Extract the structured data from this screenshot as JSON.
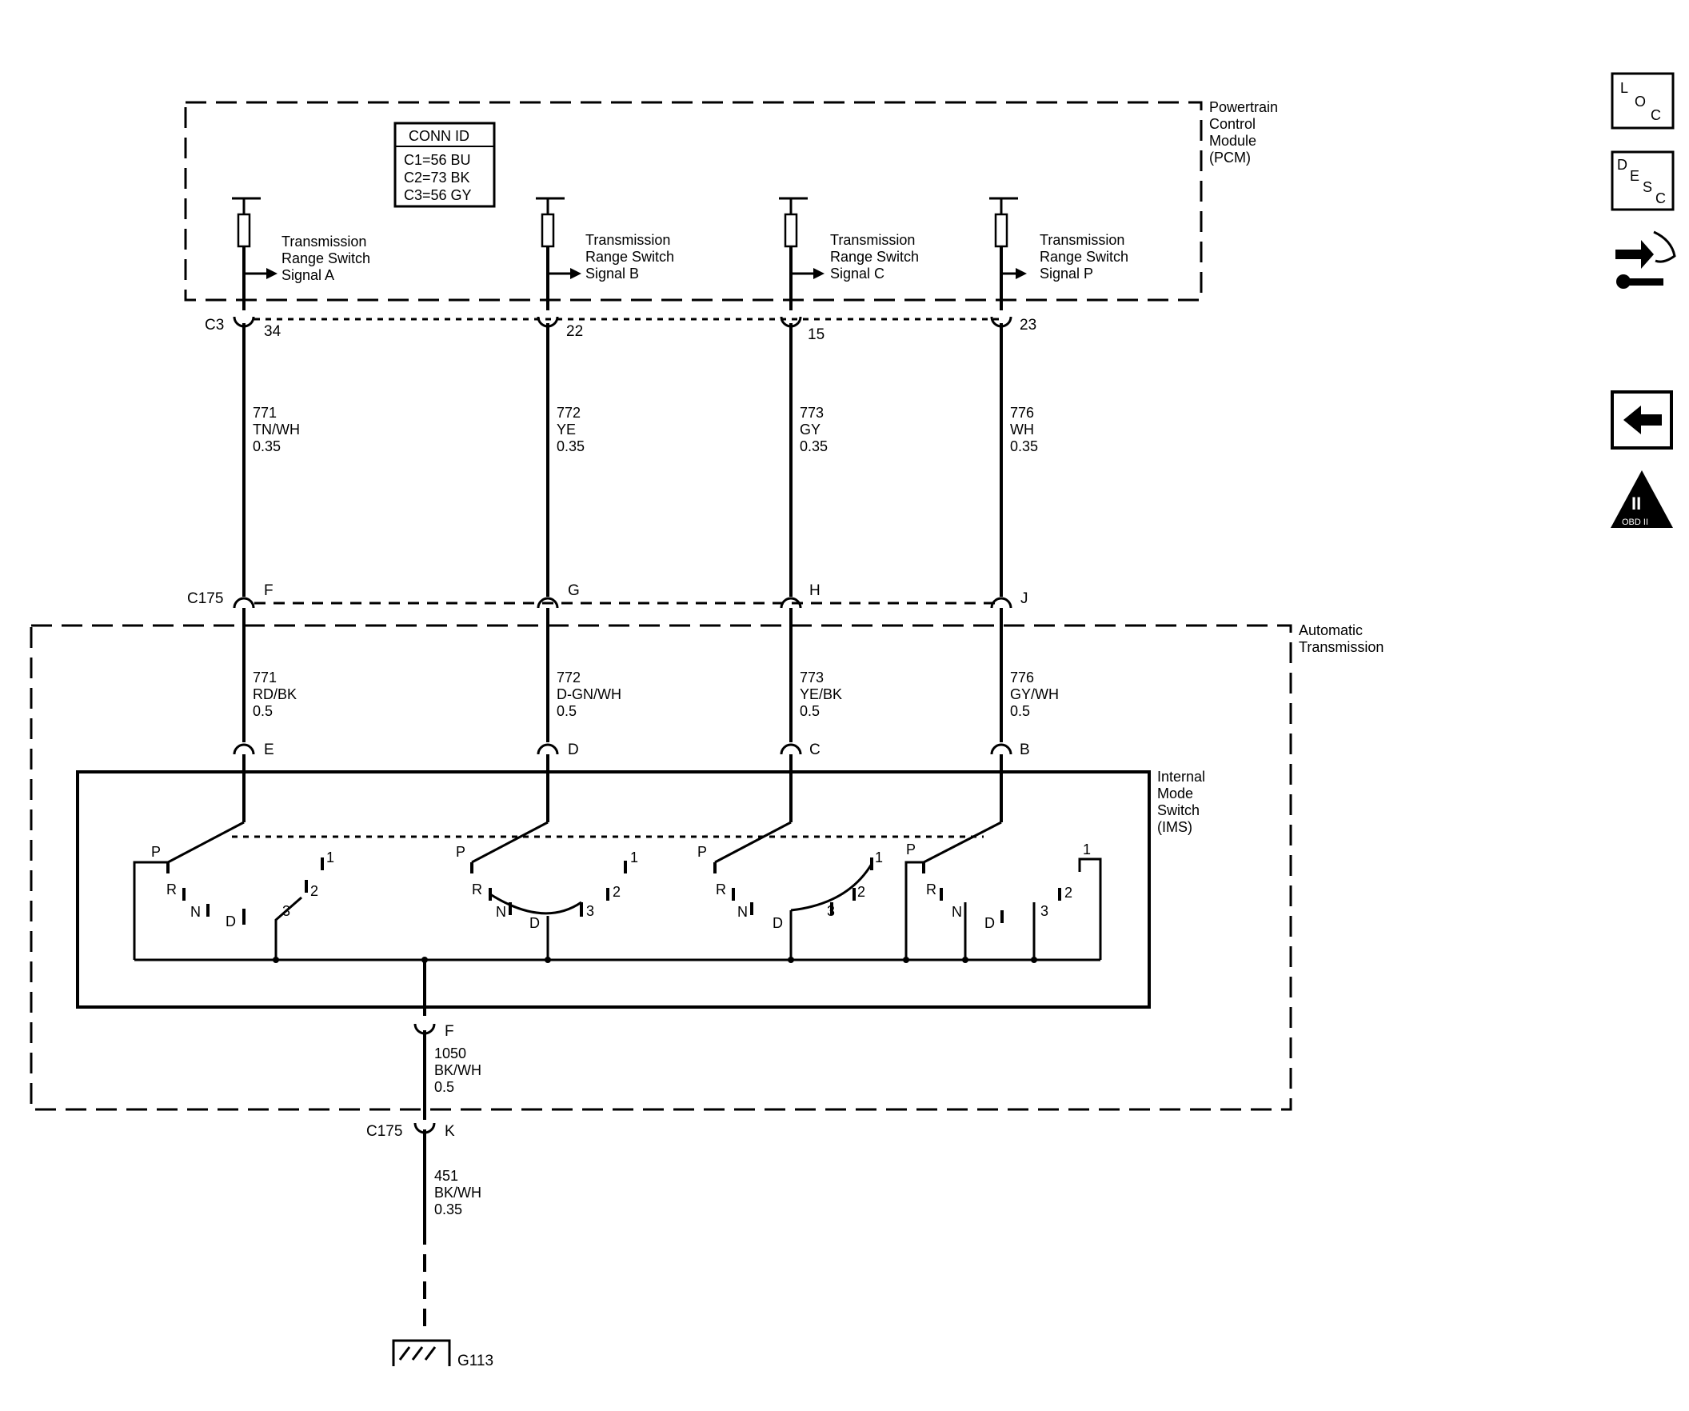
{
  "pcm": {
    "name": [
      "Powertrain",
      "Control",
      "Module",
      "(PCM)"
    ]
  },
  "conn_id": {
    "title": "CONN ID",
    "rows": [
      "C1=56 BU",
      "C2=73 BK",
      "C3=56 GY"
    ]
  },
  "trans": {
    "name": [
      "Automatic",
      "Transmission"
    ]
  },
  "ims": {
    "name": [
      "Internal",
      "Mode",
      "Switch",
      "(IMS)"
    ]
  },
  "circuits": [
    {
      "signal": [
        "Transmission",
        "Range Switch",
        "Signal A"
      ],
      "pcm_pin": "34",
      "upper_wire": [
        "771",
        "TN/WH",
        "0.35"
      ],
      "c175_pin": "F",
      "lower_wire": [
        "771",
        "RD/BK",
        "0.5"
      ],
      "ims_pin": "E"
    },
    {
      "signal": [
        "Transmission",
        "Range Switch",
        "Signal B"
      ],
      "pcm_pin": "22",
      "upper_wire": [
        "772",
        "YE",
        "0.35"
      ],
      "c175_pin": "G",
      "lower_wire": [
        "772",
        "D-GN/WH",
        "0.5"
      ],
      "ims_pin": "D"
    },
    {
      "signal": [
        "Transmission",
        "Range Switch",
        "Signal C"
      ],
      "pcm_pin": "15",
      "upper_wire": [
        "773",
        "GY",
        "0.35"
      ],
      "c175_pin": "H",
      "lower_wire": [
        "773",
        "YE/BK",
        "0.5"
      ],
      "ims_pin": "C"
    },
    {
      "signal": [
        "Transmission",
        "Range Switch",
        "Signal P"
      ],
      "pcm_pin": "23",
      "upper_wire": [
        "776",
        "WH",
        "0.35"
      ],
      "c175_pin": "J",
      "lower_wire": [
        "776",
        "GY/WH",
        "0.5"
      ],
      "ims_pin": "B"
    }
  ],
  "connectors": {
    "pcm": "C3",
    "inline": "C175"
  },
  "ground": {
    "ims_pin": "F",
    "wire1": [
      "1050",
      "BK/WH",
      "0.5"
    ],
    "c175_label": "C175",
    "c175_pin": "K",
    "wire2": [
      "451",
      "BK/WH",
      "0.35"
    ],
    "ground_id": "G113"
  },
  "switch_positions": {
    "p": "P",
    "r": "R",
    "n": "N",
    "d": "D",
    "three": "3",
    "two": "2",
    "one": "1"
  },
  "nav_icons": {
    "loc": [
      "L",
      "O",
      "C"
    ],
    "desc": [
      "D",
      "E",
      "S",
      "C"
    ],
    "obd": [
      "II",
      "OBD II"
    ]
  }
}
